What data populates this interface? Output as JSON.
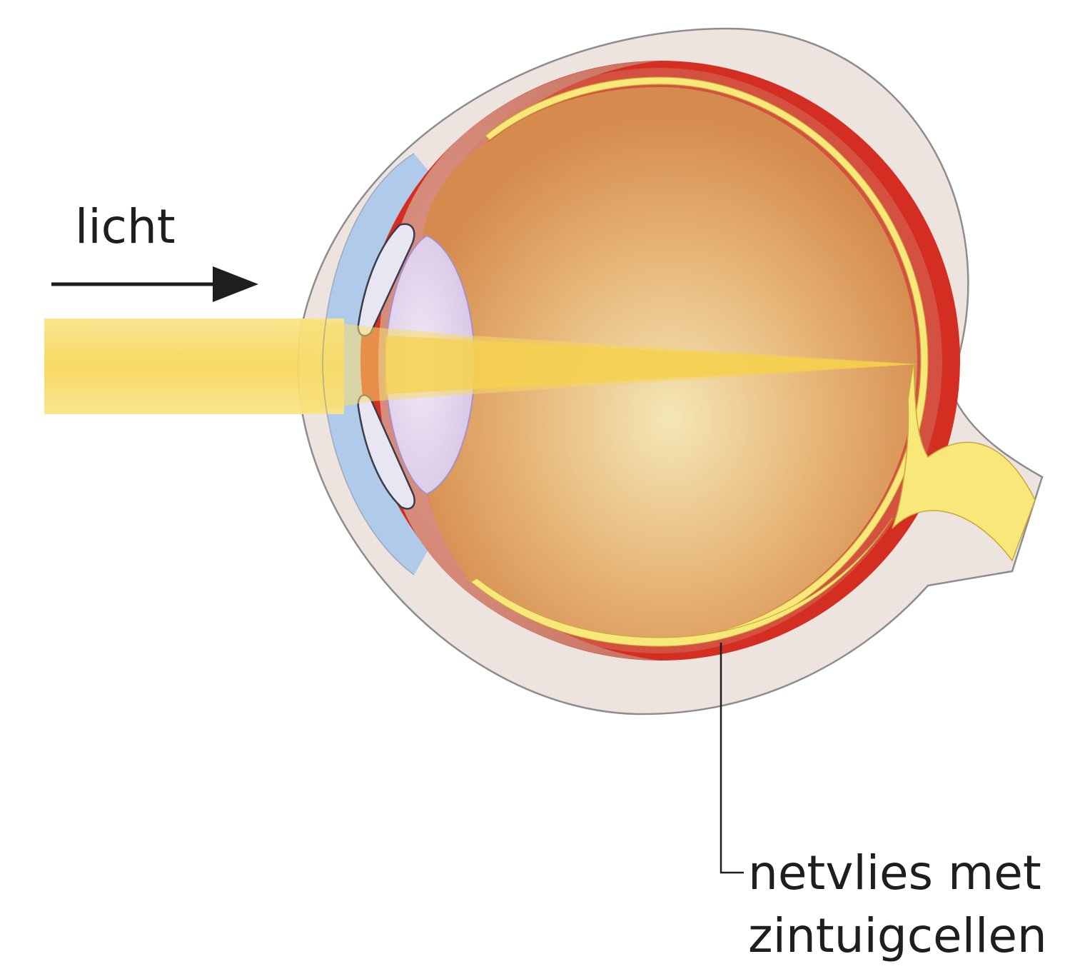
{
  "labels": {
    "light": "licht",
    "retina_line1": "netvlies met",
    "retina_line2": "zintuigcellen"
  },
  "colors": {
    "background": "#ffffff",
    "sclera": "#ede4df",
    "choroid_red": "#d42e22",
    "choroid_pink": "#d98b77",
    "retina_yellow": "#f8e87a",
    "vitreous_light": "#f5e6b5",
    "vitreous_dark": "#d8904e",
    "cornea_blue": "#a9c6ea",
    "lens_lilac": "#e4d6ee",
    "light_beam": "#f7db6e",
    "text": "#1e1e1e"
  }
}
